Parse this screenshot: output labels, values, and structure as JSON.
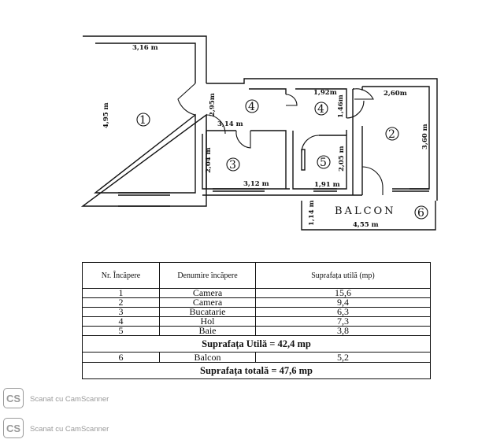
{
  "plan": {
    "dimensions": {
      "room1_width": "3,16 m",
      "room1_height": "4,95 m",
      "door_height": "2,95m",
      "hall_width": "3,14 m",
      "hall2_width": "1,92m",
      "hall2_height": "1,46m",
      "room2_width": "2,60m",
      "room2_height": "3,60 m",
      "kitchen_height": "2,04 m",
      "kitchen_width": "3,12 m",
      "bath_height": "2,05 m",
      "bath_width": "1,91 m",
      "balcony_depth": "1,14 m",
      "balcony_width": "4,55 m"
    },
    "balcony_label": "BALCON",
    "room_numbers": [
      "1",
      "2",
      "3",
      "4",
      "4",
      "5",
      "6"
    ]
  },
  "table": {
    "headers": [
      "Nr. Încăpere",
      "Denumire încăpere",
      "Suprafața utilă (mp)"
    ],
    "rows": [
      {
        "nr": "1",
        "name": "Camera",
        "area": "15,6"
      },
      {
        "nr": "2",
        "name": "Camera",
        "area": "9,4"
      },
      {
        "nr": "3",
        "name": "Bucatarie",
        "area": "6,3"
      },
      {
        "nr": "4",
        "name": "Hol",
        "area": "7,3"
      },
      {
        "nr": "5",
        "name": "Baie",
        "area": "3,8"
      }
    ],
    "useful_total": "Suprafața Utilă = 42,4 mp",
    "balcony_row": {
      "nr": "6",
      "name": "Balcon",
      "area": "5,2"
    },
    "grand_total": "Suprafața totală = 47,6 mp"
  },
  "watermark": {
    "logo": "CS",
    "text": "Scanat cu CamScanner"
  }
}
